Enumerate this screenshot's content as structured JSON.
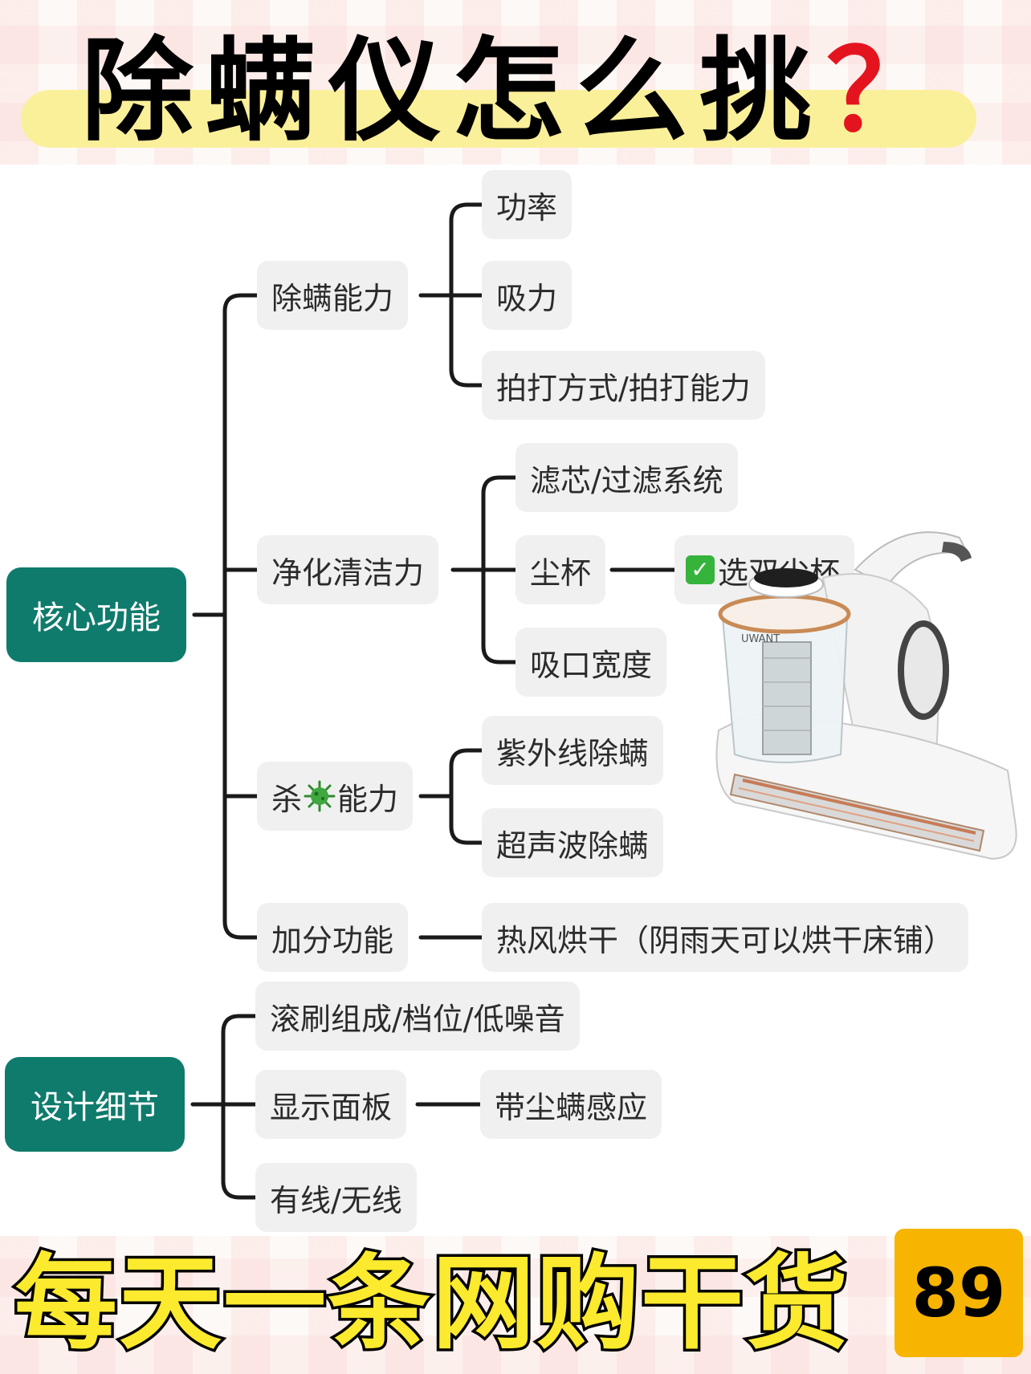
{
  "header": {
    "title": "除螨仪怎么挑",
    "title_mark": "？"
  },
  "mindmap": {
    "core": {
      "label": "核心功能",
      "mite_removal": {
        "label": "除螨能力",
        "power": "功率",
        "suction": "吸力",
        "tapping": "拍打方式/拍打能力"
      },
      "cleaning": {
        "label": "净化清洁力",
        "filter": "滤芯/过滤系统",
        "dust_cup": "尘杯",
        "dust_cup_tip": "选双尘杯",
        "inlet_width": "吸口宽度"
      },
      "sterilize": {
        "label_left": "杀",
        "label_right": "能力",
        "uv": "紫外线除螨",
        "ultrasonic": "超声波除螨"
      },
      "bonus": {
        "label": "加分功能",
        "hot_air": "热风烘干（阴雨天可以烘干床铺）"
      }
    },
    "design": {
      "label": "设计细节",
      "brush": "滚刷组成/档位/低噪音",
      "display": "显示面板",
      "display_sensor": "带尘螨感应",
      "wired": "有线/无线"
    }
  },
  "product": {
    "brand": "UWANT",
    "icon": "mite-vacuum-illustration"
  },
  "footer": {
    "slogan": "每天一条网购干货",
    "day_number": "89"
  },
  "colors": {
    "root_node": "#0f7b6c",
    "node_bg": "#f0f0f0",
    "title_highlight": "#fbf09a",
    "question_mark": "#e4141e",
    "footer_text": "#fbea2e",
    "badge": "#f7b400",
    "check": "#36b33b"
  }
}
